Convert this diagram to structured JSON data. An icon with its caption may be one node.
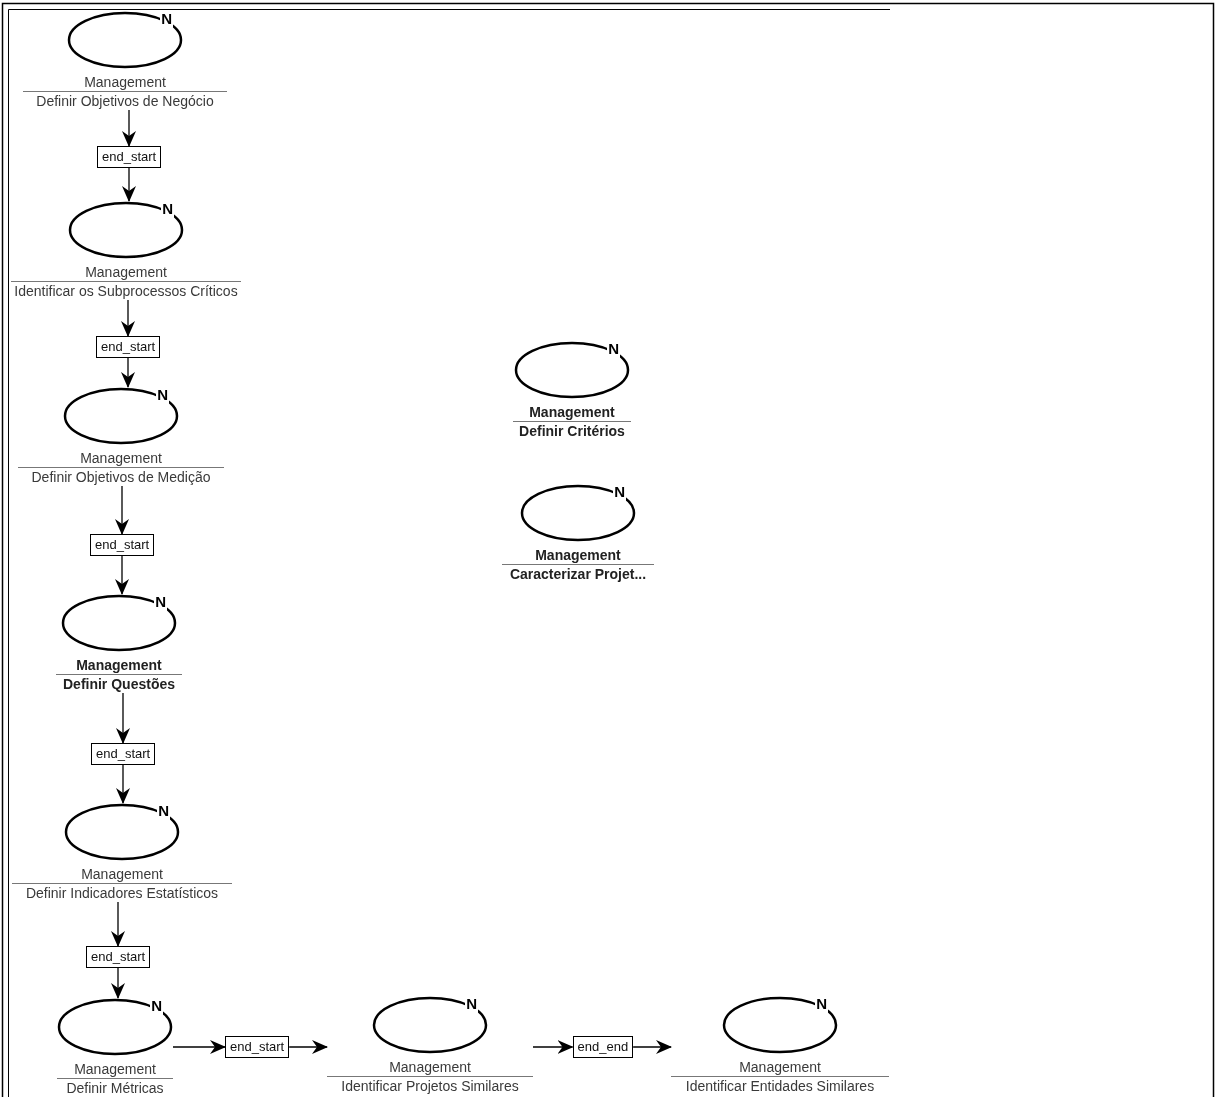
{
  "diagram": {
    "nodes": [
      {
        "text": [
          "N",
          "Management",
          "Definir Objetivos de Negócio"
        ]
      },
      {
        "text": [
          "end_start"
        ]
      },
      {
        "text": [
          "N",
          "Management",
          "Identificar os Subprocessos Críticos"
        ]
      },
      {
        "text": [
          "end_start"
        ]
      },
      {
        "text": [
          "N",
          "Management",
          "Definir Objetivos de Medição"
        ]
      },
      {
        "text": [
          "end_start"
        ]
      },
      {
        "text": [
          "N",
          "Management",
          "Definir Questões"
        ]
      },
      {
        "text": [
          "end_start"
        ]
      },
      {
        "text": [
          "N",
          "Management",
          "Definir Indicadores Estatísticos"
        ]
      },
      {
        "text": [
          "end_start"
        ]
      },
      {
        "text": [
          "N",
          "Management",
          "Definir Métricas"
        ]
      },
      {
        "text": [
          "end_start"
        ]
      },
      {
        "text": [
          "N",
          "Management",
          "Identificar Projetos Similares"
        ]
      },
      {
        "text": [
          "end_end"
        ]
      },
      {
        "text": [
          "N",
          "Management",
          "Identificar Entidades Similares"
        ]
      },
      {
        "text": [
          "N",
          "Management",
          "Definir Critérios"
        ]
      },
      {
        "text": [
          "N",
          "Management",
          "Caracterizar Projet..."
        ]
      }
    ],
    "edges": [
      {
        "from": 0,
        "to": 1,
        "arrow": "to"
      },
      {
        "from": 1,
        "to": 2,
        "arrow": "to"
      },
      {
        "from": 2,
        "to": 3,
        "arrow": "to"
      },
      {
        "from": 3,
        "to": 4,
        "arrow": "to"
      },
      {
        "from": 4,
        "to": 5,
        "arrow": "to"
      },
      {
        "from": 5,
        "to": 6,
        "arrow": "to"
      },
      {
        "from": 6,
        "to": 7,
        "arrow": "to"
      },
      {
        "from": 7,
        "to": 8,
        "arrow": "to"
      },
      {
        "from": 8,
        "to": 9,
        "arrow": "to"
      },
      {
        "from": 9,
        "to": 10,
        "arrow": "to"
      },
      {
        "from": 10,
        "to": 11,
        "arrow": "to"
      },
      {
        "from": 11,
        "to": 12,
        "arrow": "to"
      },
      {
        "from": 12,
        "to": 13,
        "arrow": "to"
      },
      {
        "from": 13,
        "to": 14,
        "arrow": "to"
      }
    ]
  }
}
